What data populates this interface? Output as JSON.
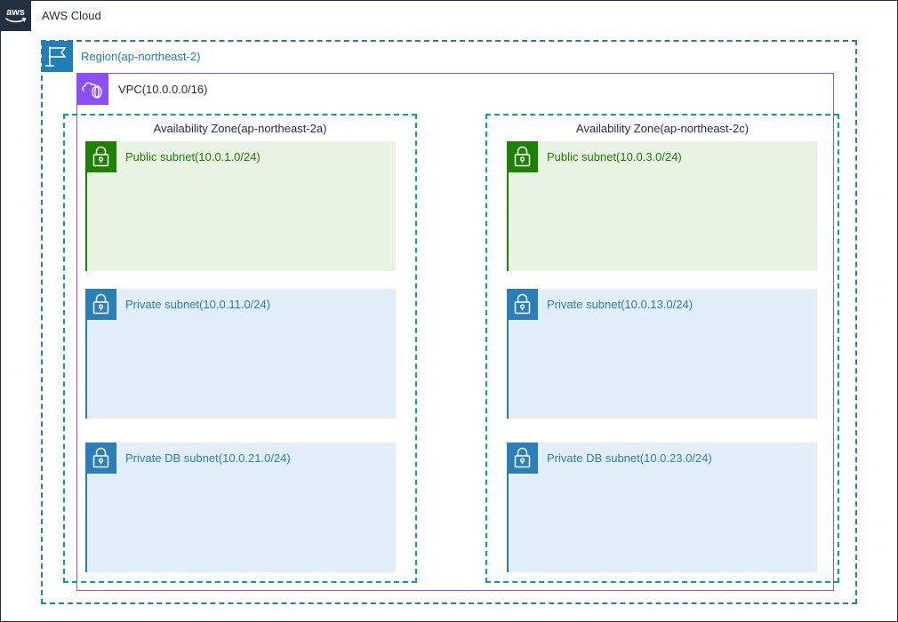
{
  "diagram": {
    "title": "AWS Cloud",
    "colors": {
      "aws_navy": "#232f3e",
      "region_blue": "#1f7fb6",
      "vpc_purple": "#8c4fff",
      "az_green": "#00a88f",
      "public_green": "#1d8102",
      "public_fill": "#e9f3e4",
      "private_blue": "#2a7fba",
      "private_fill": "#e3eff8"
    },
    "cloud": {
      "label": "AWS Cloud",
      "logo_icon": "aws-logo-icon"
    },
    "region": {
      "label": "Region(ap-northeast-2)",
      "icon": "region-flag-icon"
    },
    "vpc": {
      "label": "VPC(10.0.0.0/16)",
      "icon": "vpc-cloud-icon"
    },
    "availability_zones": [
      {
        "label": "Availability Zone(ap-northeast-2a)",
        "subnets": [
          {
            "label": "Public subnet(10.0.1.0/24)",
            "type": "public",
            "icon": "padlock-icon"
          },
          {
            "label": "Private subnet(10.0.11.0/24)",
            "type": "private",
            "icon": "padlock-icon"
          },
          {
            "label": "Private DB subnet(10.0.21.0/24)",
            "type": "private",
            "icon": "padlock-icon"
          }
        ]
      },
      {
        "label": "Availability Zone(ap-northeast-2c)",
        "subnets": [
          {
            "label": "Public subnet(10.0.3.0/24)",
            "type": "public",
            "icon": "padlock-icon"
          },
          {
            "label": "Private subnet(10.0.13.0/24)",
            "type": "private",
            "icon": "padlock-icon"
          },
          {
            "label": "Private DB subnet(10.0.23.0/24)",
            "type": "private",
            "icon": "padlock-icon"
          }
        ]
      }
    ]
  }
}
